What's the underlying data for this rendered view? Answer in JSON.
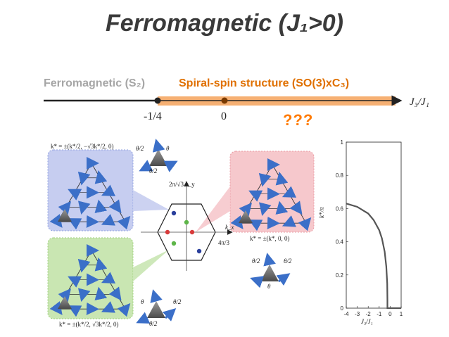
{
  "title": "Ferromagnetic (J₁>0)",
  "phase_line": {
    "ferro_label": "Ferromagnetic (S₂)",
    "spiral_label": "Spiral-spin structure (SO(3)xC₃)",
    "axis_label": "J₃/J₁",
    "tick_left": "-1/4",
    "tick_zero": "0",
    "unknown": "???"
  },
  "colors": {
    "ferro_line": "#222222",
    "spiral_band": "#f4a25a",
    "blue_panel": "#c6cdf0",
    "green_panel": "#c9e6b2",
    "red_panel": "#f6c8cc",
    "unknown": "#ff7a00"
  },
  "labels": {
    "k_blue": "k* = ±(k*/2, −√3k*/2, 0)",
    "k_green": "k* = ±(k*/2, √3k*/2, 0)",
    "k_red": "k* = ±(k*, 0, 0)",
    "theta_half": "θ/2",
    "theta": "θ",
    "bz_ky": "2π/√3  k_y",
    "bz_kx": "k_x",
    "bz_4pi": "4π/3"
  },
  "chart_data": {
    "type": "line",
    "xlabel": "J₃/J₁",
    "ylabel": "k*/π",
    "xlim": [
      -4,
      1
    ],
    "ylim": [
      0,
      1
    ],
    "xticks": [
      "-4",
      "-3",
      "-2",
      "-1",
      "0",
      "1"
    ],
    "yticks": [
      "0",
      "0.2",
      "0.4",
      "0.6",
      "0.8",
      "1"
    ],
    "x": [
      -4,
      -3,
      -2,
      -1.5,
      -1,
      -0.75,
      -0.5,
      -0.35,
      -0.27,
      -0.25,
      -0.25,
      0,
      1
    ],
    "values": [
      0.63,
      0.61,
      0.57,
      0.53,
      0.47,
      0.42,
      0.34,
      0.25,
      0.15,
      0.05,
      0,
      0,
      0
    ]
  }
}
